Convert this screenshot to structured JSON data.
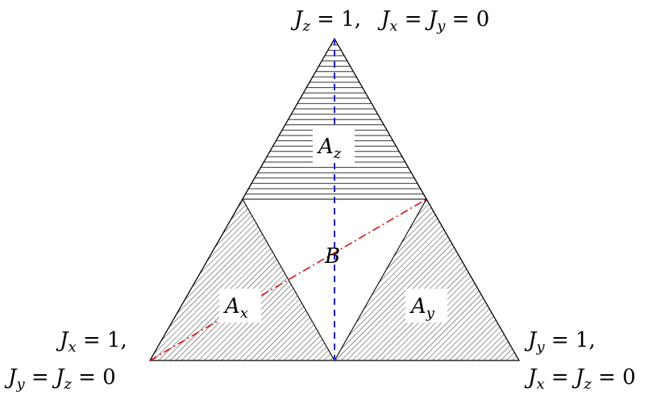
{
  "corners": {
    "top": {
      "lines": [
        {
          "var": "J",
          "sub": "z",
          "rest": " = 1,   ",
          "var2": "J",
          "sub2": "x",
          "rest2": " = ",
          "var3": "J",
          "sub3": "y",
          "rest3": " = 0"
        }
      ]
    },
    "left": {
      "line1": {
        "var": "J",
        "sub": "x",
        "rest": " = 1,"
      },
      "line2": {
        "var": "J",
        "sub": "y",
        "rest": " = ",
        "var2": "J",
        "sub2": "z",
        "rest2": " = 0"
      }
    },
    "right": {
      "line1": {
        "var": "J",
        "sub": "y",
        "rest": " = 1,"
      },
      "line2": {
        "var": "J",
        "sub": "x",
        "rest": " = ",
        "var2": "J",
        "sub2": "z",
        "rest2": " = 0"
      }
    }
  },
  "regions": {
    "Az": {
      "var": "A",
      "sub": "z"
    },
    "Ax": {
      "var": "A",
      "sub": "x"
    },
    "Ay": {
      "var": "A",
      "sub": "y"
    },
    "B": {
      "var": "B"
    }
  },
  "colors": {
    "outline": "#000000",
    "hatch": "#000000",
    "blue_line": "#1f1fcc",
    "red_line": "#dd1111"
  }
}
